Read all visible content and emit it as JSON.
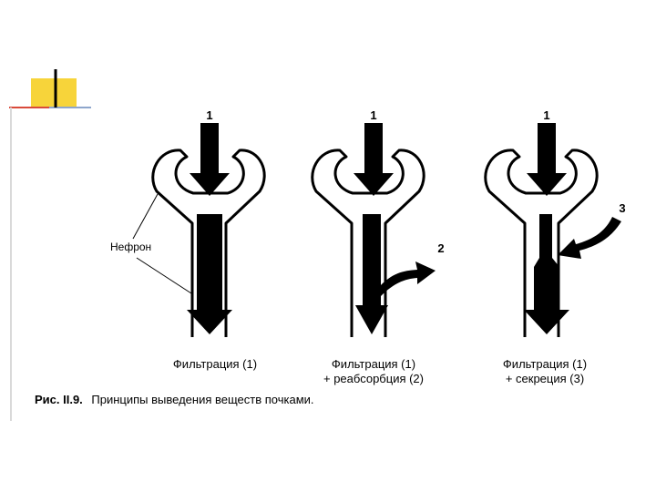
{
  "colors": {
    "accent_yellow": "#f7d43a",
    "accent_red": "#d94a3a",
    "accent_blue": "#8ea6cc",
    "ink": "#000000",
    "paper": "#ffffff"
  },
  "diagram": {
    "panels": [
      {
        "arrow_label": "1",
        "caption_line1": "Фильтрация (1)",
        "caption_line2": ""
      },
      {
        "arrow_label": "1",
        "caption_line1": "Фильтрация (1)",
        "caption_line2": "+ реабсорбция (2)",
        "side_arrow_label": "2"
      },
      {
        "arrow_label": "1",
        "caption_line1": "Фильтрация (1)",
        "caption_line2": "+ секреция (3)",
        "side_arrow_label": "3"
      }
    ],
    "nephron_label": "Нефрон",
    "figure_caption_bold": "Рис. II.9.",
    "figure_caption_text": "Принципы выведения веществ почками."
  }
}
